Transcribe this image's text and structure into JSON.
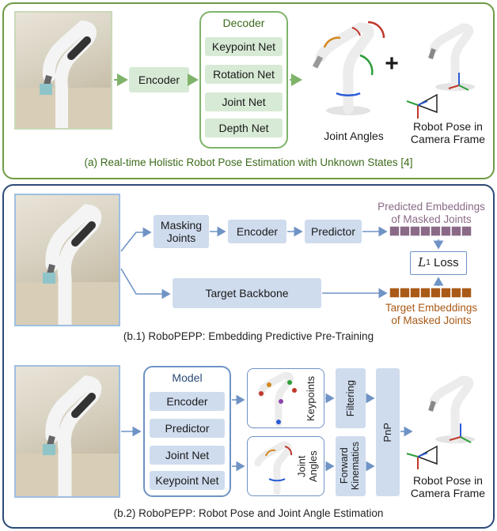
{
  "panel_a": {
    "decoder_title": "Decoder",
    "encoder": "Encoder",
    "decoder_items": [
      "Keypoint Net",
      "Rotation Net",
      "Joint Net",
      "Depth Net"
    ],
    "plus": "+",
    "joint_angles": "Joint Angles",
    "robot_pose": "Robot Pose in\nCamera Frame",
    "caption": "(a) Real-time Holistic Robot Pose Estimation with Unknown States [4]"
  },
  "panel_b1": {
    "masking": "Masking\nJoints",
    "encoder": "Encoder",
    "predictor": "Predictor",
    "target_backbone": "Target Backbone",
    "predicted_label": "Predicted Embeddings\nof Masked Joints",
    "loss_var": "L",
    "loss_sub": "1",
    "loss_word": " Loss",
    "target_label": "Target Embeddings\nof Masked Joints",
    "caption": "(b.1) RoboPEPP: Embedding Predictive Pre-Training"
  },
  "panel_b2": {
    "model_title": "Model",
    "model_items": [
      "Encoder",
      "Predictor",
      "Joint Net",
      "Keypoint Net"
    ],
    "keypoints": "Keypoints",
    "joint_angles": "Joint\nAngles",
    "filtering": "Filtering",
    "forward_kinematics": "Forward\nKinematics",
    "pnp": "PnP",
    "robot_pose": "Robot Pose in\nCamera Frame",
    "caption": "(b.2) RoboPEPP: Robot Pose and Joint Angle Estimation"
  },
  "colors": {
    "green_border": "#6f9a45",
    "green_fill": "#d7ead5",
    "blue_border": "#2c4a78",
    "blue_fill": "#cfdcee",
    "predicted_embedding": "#8a6a87",
    "target_embedding": "#a95a17",
    "caption_green": "#3c6b1c",
    "arrow_green": "#7fb36a",
    "arrow_blue": "#6f93c5"
  }
}
